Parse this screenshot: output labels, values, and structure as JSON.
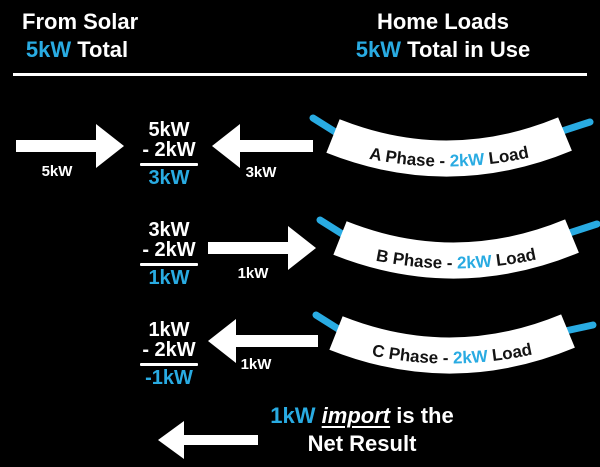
{
  "colors": {
    "background": "#000000",
    "accent": "#29ABE2",
    "text_white": "#FFFFFF",
    "banner_text": "#131313"
  },
  "header": {
    "left": {
      "title": "From Solar",
      "value": "5kW",
      "rest": " Total"
    },
    "right": {
      "title": "Home Loads",
      "value": "5kW",
      "rest": " Total in Use"
    }
  },
  "rows": [
    {
      "phase": "A",
      "solar_arrow_label": "5kW",
      "math": {
        "top": "5kW",
        "subtract": "- 2kW",
        "result": "3kW"
      },
      "flow_arrow_label": "3kW",
      "flow_arrow_direction": "left",
      "banner": {
        "prefix": "A Phase - ",
        "value": "2kW",
        "suffix": " Load"
      }
    },
    {
      "phase": "B",
      "math": {
        "top": "3kW",
        "subtract": "- 2kW",
        "result": "1kW"
      },
      "flow_arrow_label": "1kW",
      "flow_arrow_direction": "right",
      "banner": {
        "prefix": "B Phase - ",
        "value": "2kW",
        "suffix": " Load"
      }
    },
    {
      "phase": "C",
      "math": {
        "top": "1kW",
        "subtract": "- 2kW",
        "result": "-1kW"
      },
      "flow_arrow_label": "1kW",
      "flow_arrow_direction": "left",
      "banner": {
        "prefix": "C Phase - ",
        "value": "2kW",
        "suffix": " Load"
      }
    }
  ],
  "footer": {
    "value": "1kW",
    "emphasis": "import",
    "rest": " is the",
    "line2": "Net Result"
  }
}
